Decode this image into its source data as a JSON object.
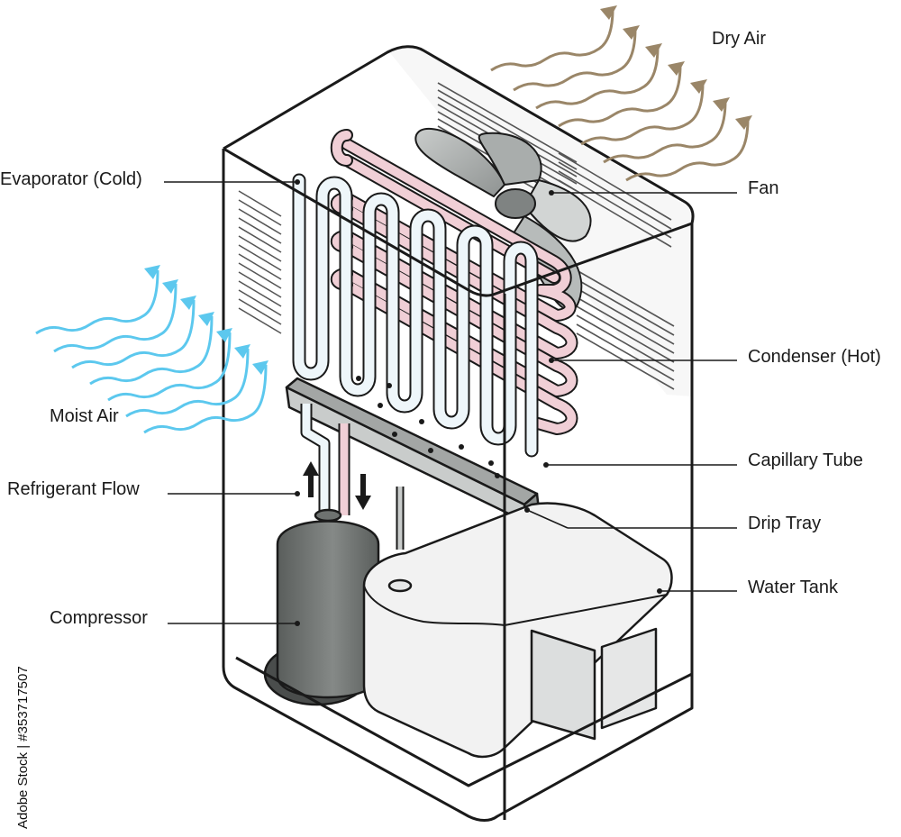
{
  "labels": {
    "dry_air": "Dry Air",
    "evaporator": "Evaporator (Cold)",
    "fan": "Fan",
    "condenser": "Condenser (Hot)",
    "moist_air": "Moist Air",
    "capillary_tube": "Capillary Tube",
    "refrigerant_flow": "Refrigerant Flow",
    "drip_tray": "Drip Tray",
    "water_tank": "Water Tank",
    "compressor": "Compressor"
  },
  "side_id": "Adobe Stock | #353717507",
  "colors": {
    "moist_air": "#5cc8ee",
    "dry_air": "#9a8668",
    "evaporator_fill": "#eef6fa",
    "condenser_fill": "#f0cfd6",
    "compressor": "#6e7270",
    "compressor_base": "#4a4d4c",
    "tank": "#f2f2f2",
    "outline": "#1a1a1a"
  }
}
